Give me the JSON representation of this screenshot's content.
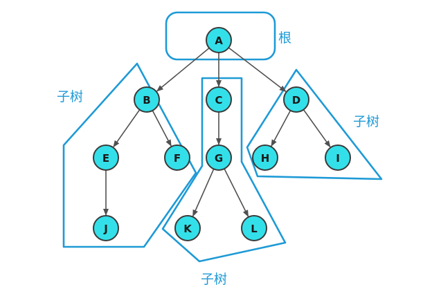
{
  "labels": {
    "root": "根",
    "subtree_left": "子树",
    "subtree_right": "子树",
    "subtree_bottom": "子树"
  },
  "nodes": [
    {
      "id": "A",
      "label": "A"
    },
    {
      "id": "B",
      "label": "B"
    },
    {
      "id": "C",
      "label": "C"
    },
    {
      "id": "D",
      "label": "D"
    },
    {
      "id": "E",
      "label": "E"
    },
    {
      "id": "F",
      "label": "F"
    },
    {
      "id": "G",
      "label": "G"
    },
    {
      "id": "H",
      "label": "H"
    },
    {
      "id": "I",
      "label": "I"
    },
    {
      "id": "J",
      "label": "J"
    },
    {
      "id": "K",
      "label": "K"
    },
    {
      "id": "L",
      "label": "L"
    }
  ],
  "edges": [
    {
      "from": "A",
      "to": "B"
    },
    {
      "from": "A",
      "to": "C"
    },
    {
      "from": "A",
      "to": "D"
    },
    {
      "from": "B",
      "to": "E"
    },
    {
      "from": "B",
      "to": "F"
    },
    {
      "from": "C",
      "to": "G"
    },
    {
      "from": "D",
      "to": "H"
    },
    {
      "from": "D",
      "to": "I"
    },
    {
      "from": "E",
      "to": "J"
    },
    {
      "from": "G",
      "to": "K"
    },
    {
      "from": "G",
      "to": "L"
    }
  ],
  "colors": {
    "node_fill": "#33e0ea",
    "node_stroke": "#3a3a3a",
    "edge": "#505050",
    "region_outline": "#1e9ad6",
    "label_text": "#1e9ad6"
  }
}
